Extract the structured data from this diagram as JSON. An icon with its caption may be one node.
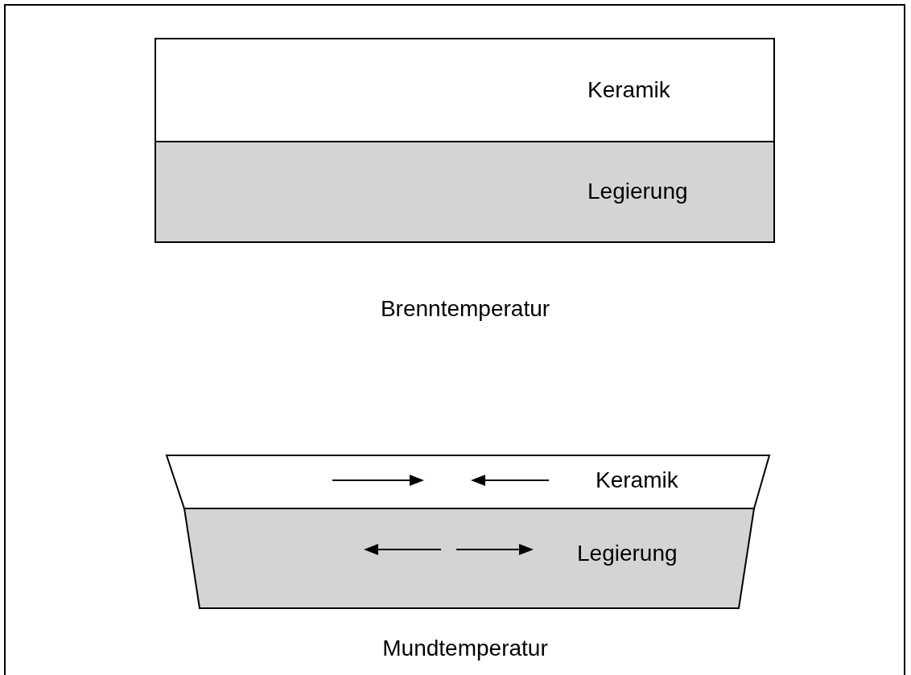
{
  "diagram": {
    "nodes": [
      {
        "text": [
          "Keramik"
        ]
      },
      {
        "text": [
          "Legierung"
        ]
      },
      {
        "text": [
          "Keramik"
        ]
      },
      {
        "text": [
          "Legierung"
        ]
      }
    ],
    "labels": [
      "Brenntemperatur",
      "Mundtemperatur"
    ]
  }
}
